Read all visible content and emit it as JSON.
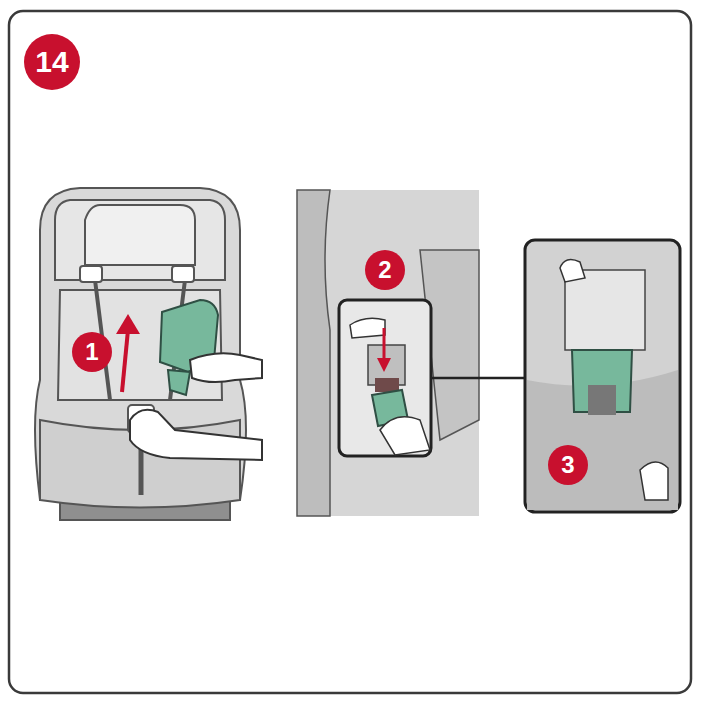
{
  "diagram": {
    "nodes": [
      {
        "text": [
          "14"
        ]
      },
      {
        "text": [
          "1"
        ]
      },
      {
        "text": [
          "2"
        ]
      },
      {
        "text": [
          "3"
        ]
      }
    ]
  }
}
